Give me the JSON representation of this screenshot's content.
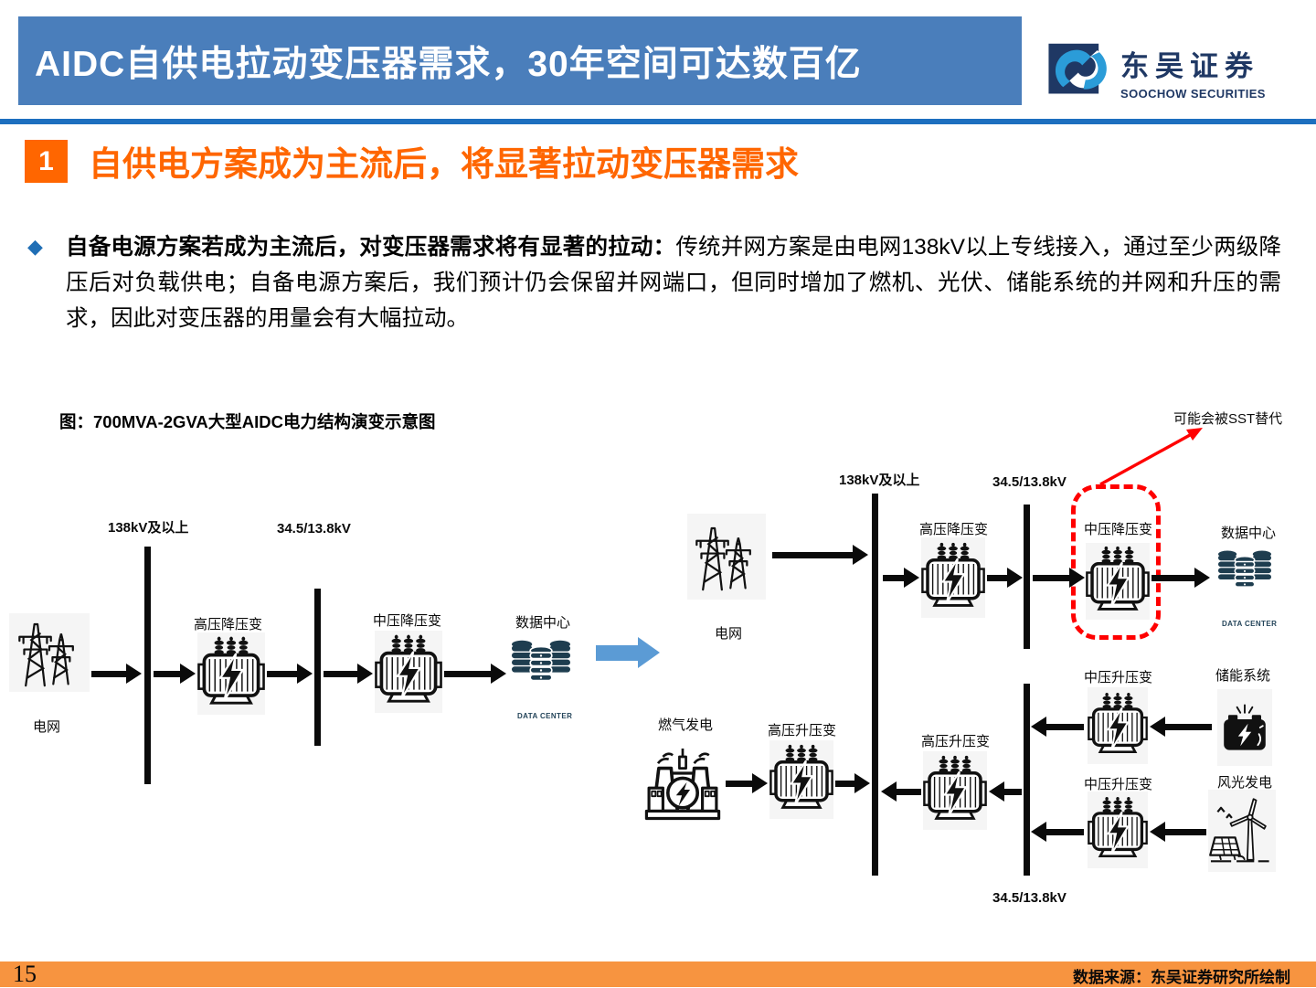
{
  "header": {
    "title": "AIDC自供电拉动变压器需求，30年空间可达数百亿",
    "logo_cn": "东吴证券",
    "logo_en": "SOOCHOW SECURITIES"
  },
  "section": {
    "number": "1",
    "title": "自供电方案成为主流后，将显著拉动变压器需求"
  },
  "bullet": {
    "lead": "自备电源方案若成为主流后，对变压器需求将有显著的拉动：",
    "body": "传统并网方案是由电网138kV以上专线接入，通过至少两级降压后对负载供电；自备电源方案后，我们预计仍会保留并网端口，但同时增加了燃机、光伏、储能系统的并网和升压的需求，因此对变压器的用量会有大幅拉动。"
  },
  "figure": {
    "title": "图：700MVA-2GVA大型AIDC电力结构演变示意图",
    "annotation": "可能会被SST替代",
    "left": {
      "bus1_label": "138kV及以上",
      "bus2_label": "34.5/13.8kV",
      "grid_label": "电网",
      "hv_stepdown_label": "高压降压变",
      "mv_stepdown_label": "中压降压变",
      "datacenter_label": "数据中心",
      "datacenter_caption": "DATA CENTER"
    },
    "right": {
      "bus1_label": "138kV及以上",
      "bus2_label": "34.5/13.8kV",
      "bus2_bottom_label": "34.5/13.8kV",
      "grid_label": "电网",
      "hv_stepdown_label": "高压降压变",
      "mv_stepdown_label": "中压降压变",
      "datacenter_label": "数据中心",
      "datacenter_caption": "DATA CENTER",
      "storage_label": "储能系统",
      "mv_stepup_top_label": "中压升压变",
      "wind_solar_label": "风光发电",
      "mv_stepup_bottom_label": "中压升压变",
      "gas_label": "燃气发电",
      "hv_stepup_left_label": "高压升压变",
      "hv_stepup_mid_label": "高压升压变"
    }
  },
  "footer": {
    "page": "15",
    "source": "数据来源：东吴证券研究所绘制"
  },
  "colors": {
    "header_blue": "#4A7EBB",
    "rule_blue": "#1D6FBF",
    "navy": "#1F3864",
    "logo_light_blue": "#2B9CD8",
    "orange": "#FF6600",
    "footer_orange": "#F79440",
    "diamond_blue": "#1F6EB5",
    "arrow_blue": "#5B9BD5",
    "red": "#FF0000",
    "datacenter_teal": "#1E3D4F"
  }
}
